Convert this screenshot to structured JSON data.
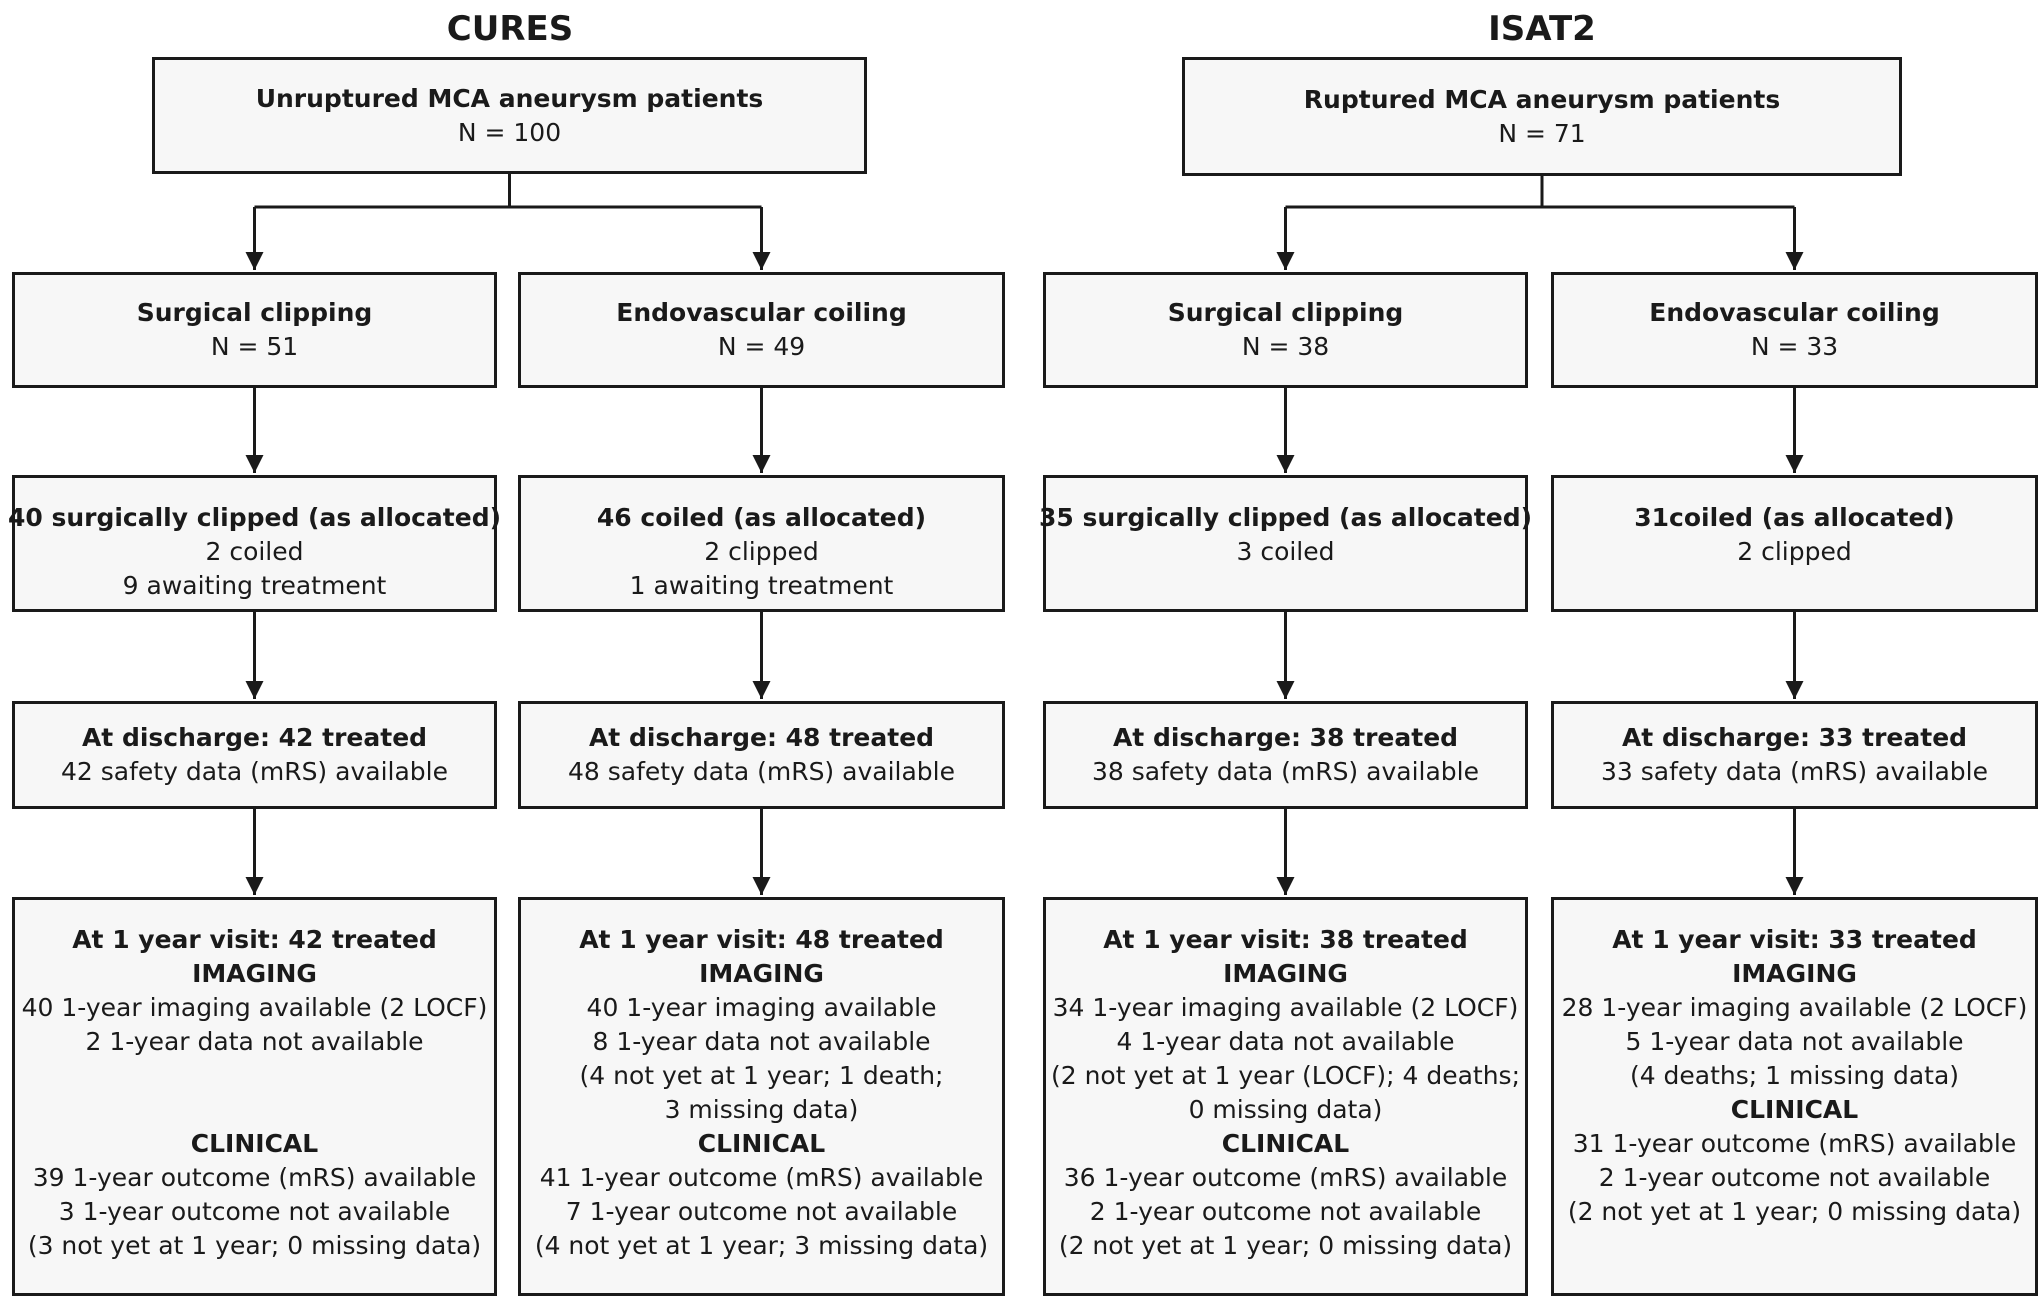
{
  "panels": [
    {
      "title": "CURES",
      "root": {
        "lines": [
          {
            "text": "Unruptured MCA aneurysm patients",
            "bold": true
          },
          {
            "text": "N = 100"
          }
        ]
      },
      "arms": [
        {
          "allocation": {
            "lines": [
              {
                "text": "Surgical clipping",
                "bold": true
              },
              {
                "text": "N = 51"
              }
            ]
          },
          "treatment": {
            "lines": [
              {
                "text": "40 surgically clipped (as allocated)",
                "bold": true
              },
              {
                "text": "2 coiled"
              },
              {
                "text": "9 awaiting treatment"
              }
            ]
          },
          "discharge": {
            "lines": [
              {
                "text": "At discharge: 42 treated",
                "bold": true
              },
              {
                "text": "42 safety data (mRS) available"
              }
            ]
          },
          "one_year": {
            "lines": [
              {
                "text": "At 1 year visit: 42 treated",
                "bold": true
              },
              {
                "text": "IMAGING",
                "bold": true
              },
              {
                "text": "40 1-year  imaging available (2 LOCF)"
              },
              {
                "text": "2  1-year data not available"
              },
              {
                "text": "",
                "gap": true
              },
              {
                "text": "",
                "gap": true
              },
              {
                "text": "CLINICAL",
                "bold": true
              },
              {
                "text": "39 1-year  outcome (mRS) available"
              },
              {
                "text": "3  1-year  outcome not available"
              },
              {
                "text": "(3 not yet at 1 year; 0 missing data)"
              }
            ]
          }
        },
        {
          "allocation": {
            "lines": [
              {
                "text": "Endovascular coiling",
                "bold": true
              },
              {
                "text": "N = 49"
              }
            ]
          },
          "treatment": {
            "lines": [
              {
                "text": "46 coiled (as allocated)",
                "bold": true
              },
              {
                "text": "2 clipped"
              },
              {
                "text": "1 awaiting treatment"
              }
            ]
          },
          "discharge": {
            "lines": [
              {
                "text": "At discharge: 48 treated",
                "bold": true
              },
              {
                "text": "48 safety data (mRS) available"
              }
            ]
          },
          "one_year": {
            "lines": [
              {
                "text": "At 1 year visit: 48 treated",
                "bold": true
              },
              {
                "text": "IMAGING",
                "bold": true
              },
              {
                "text": "40 1-year  imaging available"
              },
              {
                "text": "8  1-year data not available"
              },
              {
                "text": "(4 not yet at 1 year; 1 death;"
              },
              {
                "text": "3 missing data)"
              },
              {
                "text": "CLINICAL",
                "bold": true
              },
              {
                "text": "41 1-year  outcome (mRS) available"
              },
              {
                "text": "7 1-year outcome not available"
              },
              {
                "text": "(4 not yet at 1 year; 3 missing data)"
              }
            ]
          }
        }
      ]
    },
    {
      "title": "ISAT2",
      "root": {
        "lines": [
          {
            "text": "Ruptured MCA aneurysm patients",
            "bold": true
          },
          {
            "text": "N = 71"
          }
        ]
      },
      "arms": [
        {
          "allocation": {
            "lines": [
              {
                "text": "Surgical clipping",
                "bold": true
              },
              {
                "text": "N = 38"
              }
            ]
          },
          "treatment": {
            "lines": [
              {
                "text": "35 surgically clipped (as allocated)",
                "bold": true
              },
              {
                "text": "3 coiled"
              }
            ]
          },
          "discharge": {
            "lines": [
              {
                "text": "At discharge: 38 treated",
                "bold": true
              },
              {
                "text": "38 safety data (mRS) available"
              }
            ]
          },
          "one_year": {
            "lines": [
              {
                "text": "At 1 year visit: 38 treated",
                "bold": true
              },
              {
                "text": "IMAGING",
                "bold": true
              },
              {
                "text": "34 1-year  imaging available (2 LOCF)"
              },
              {
                "text": "4  1-year data not available"
              },
              {
                "text": "(2 not yet at 1 year (LOCF); 4 deaths;"
              },
              {
                "text": "0 missing data)"
              },
              {
                "text": "CLINICAL",
                "bold": true
              },
              {
                "text": "36 1-year  outcome (mRS) available"
              },
              {
                "text": "2  1-year outcome not available"
              },
              {
                "text": "(2 not yet at 1 year; 0 missing data)"
              }
            ]
          }
        },
        {
          "allocation": {
            "lines": [
              {
                "text": "Endovascular coiling",
                "bold": true
              },
              {
                "text": "N = 33"
              }
            ]
          },
          "treatment": {
            "lines": [
              {
                "text": "31coiled (as allocated)",
                "bold": true
              },
              {
                "text": "2 clipped"
              }
            ]
          },
          "discharge": {
            "lines": [
              {
                "text": "At discharge: 33 treated",
                "bold": true
              },
              {
                "text": "33 safety data (mRS) available"
              }
            ]
          },
          "one_year": {
            "lines": [
              {
                "text": "At 1 year visit: 33 treated",
                "bold": true
              },
              {
                "text": "IMAGING",
                "bold": true
              },
              {
                "text": "28 1-year  imaging available (2 LOCF)"
              },
              {
                "text": "5  1-year data not available"
              },
              {
                "text": "(4 deaths; 1 missing data)"
              },
              {
                "text": "CLINICAL",
                "bold": true
              },
              {
                "text": "31 1-year  outcome (mRS) available"
              },
              {
                "text": "2 1-year outcome not available"
              },
              {
                "text": "(2 not yet at 1 year; 0 missing data)"
              }
            ]
          }
        }
      ]
    }
  ]
}
